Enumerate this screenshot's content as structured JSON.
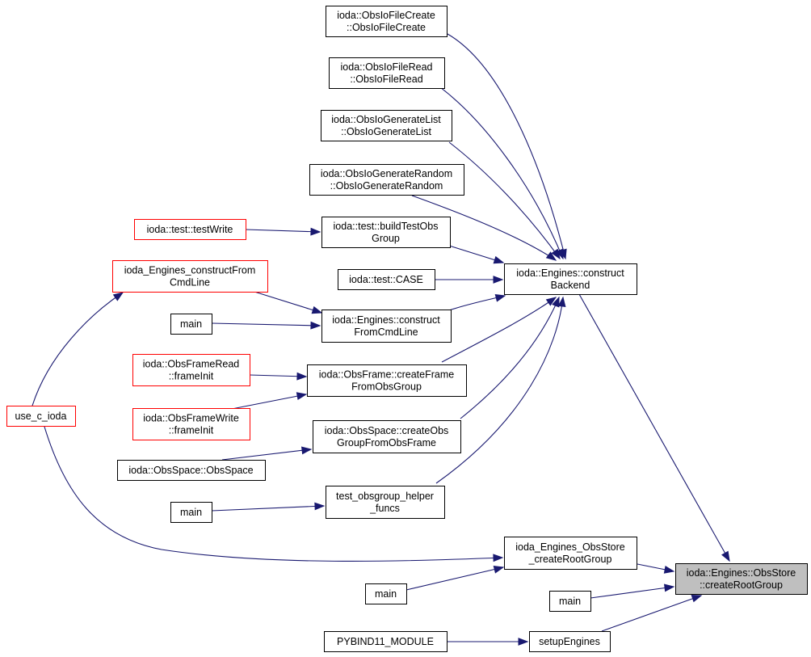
{
  "diagram": {
    "type": "doxygen-caller-graph",
    "colors": {
      "edge": "#191970",
      "node_border": "#000000",
      "node_border_undocumented": "#ff0000",
      "node_fill": "#ffffff",
      "focus_fill": "#bfbfbf"
    },
    "nodes": [
      {
        "id": "obsiofilecreate",
        "lines": [
          "ioda::ObsIoFileCreate",
          "::ObsIoFileCreate"
        ],
        "style": "normal"
      },
      {
        "id": "obsiofileread",
        "lines": [
          "ioda::ObsIoFileRead",
          "::ObsIoFileRead"
        ],
        "style": "normal"
      },
      {
        "id": "obsiogeneratelist",
        "lines": [
          "ioda::ObsIoGenerateList",
          "::ObsIoGenerateList"
        ],
        "style": "normal"
      },
      {
        "id": "obsiogeneraterandom",
        "lines": [
          "ioda::ObsIoGenerateRandom",
          "::ObsIoGenerateRandom"
        ],
        "style": "normal"
      },
      {
        "id": "testwrite",
        "lines": [
          "ioda::test::testWrite"
        ],
        "style": "red"
      },
      {
        "id": "buildtestobsgroup",
        "lines": [
          "ioda::test::buildTestObs",
          "Group"
        ],
        "style": "normal"
      },
      {
        "id": "testcase",
        "lines": [
          "ioda::test::CASE"
        ],
        "style": "normal"
      },
      {
        "id": "constructbackend",
        "lines": [
          "ioda::Engines::construct",
          "Backend"
        ],
        "style": "normal"
      },
      {
        "id": "c_constructfromcmdline",
        "lines": [
          "ioda_Engines_constructFrom",
          "CmdLine"
        ],
        "style": "red"
      },
      {
        "id": "main1",
        "lines": [
          "main"
        ],
        "style": "normal"
      },
      {
        "id": "constructfromcmdline",
        "lines": [
          "ioda::Engines::construct",
          "FromCmdLine"
        ],
        "style": "normal"
      },
      {
        "id": "obsframeread_frameinit",
        "lines": [
          "ioda::ObsFrameRead",
          "::frameInit"
        ],
        "style": "red"
      },
      {
        "id": "createframefromobsgroup",
        "lines": [
          "ioda::ObsFrame::createFrame",
          "FromObsGroup"
        ],
        "style": "normal"
      },
      {
        "id": "use_c_ioda",
        "lines": [
          "use_c_ioda"
        ],
        "style": "red"
      },
      {
        "id": "obsframewrite_frameinit",
        "lines": [
          "ioda::ObsFrameWrite",
          "::frameInit"
        ],
        "style": "red"
      },
      {
        "id": "createobsgroupfromobsframe",
        "lines": [
          "ioda::ObsSpace::createObs",
          "GroupFromObsFrame"
        ],
        "style": "normal"
      },
      {
        "id": "obsspace_ctor",
        "lines": [
          "ioda::ObsSpace::ObsSpace"
        ],
        "style": "normal"
      },
      {
        "id": "main2",
        "lines": [
          "main"
        ],
        "style": "normal"
      },
      {
        "id": "test_obsgroup_helper_funcs",
        "lines": [
          "test_obsgroup_helper",
          "_funcs"
        ],
        "style": "normal"
      },
      {
        "id": "c_obsstore_createrootgroup",
        "lines": [
          "ioda_Engines_ObsStore",
          "_createRootGroup"
        ],
        "style": "normal"
      },
      {
        "id": "obsstore_createrootgroup",
        "lines": [
          "ioda::Engines::ObsStore",
          "::createRootGroup"
        ],
        "style": "focus"
      },
      {
        "id": "main3",
        "lines": [
          "main"
        ],
        "style": "normal"
      },
      {
        "id": "main4",
        "lines": [
          "main"
        ],
        "style": "normal"
      },
      {
        "id": "pybind11_module",
        "lines": [
          "PYBIND11_MODULE"
        ],
        "style": "normal"
      },
      {
        "id": "setupengines",
        "lines": [
          "setupEngines"
        ],
        "style": "normal"
      }
    ]
  }
}
